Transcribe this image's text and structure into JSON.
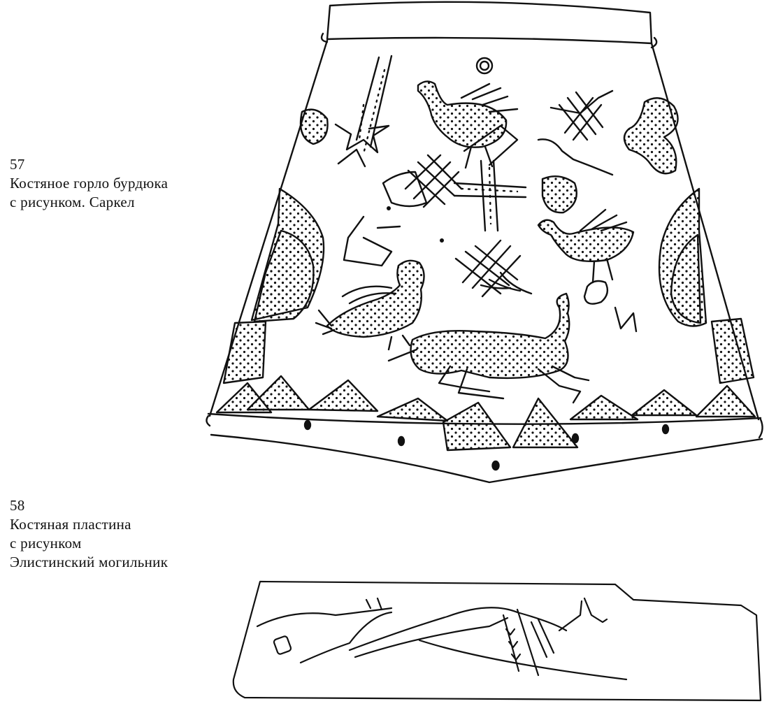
{
  "figures": [
    {
      "number": "57",
      "caption_lines": [
        "Костяное горло бурдюка",
        "с рисунком. Саркел"
      ]
    },
    {
      "number": "58",
      "caption_lines": [
        "Костяная пластина",
        "с рисунком",
        "Элистинский могильник"
      ]
    }
  ],
  "colors": {
    "ink": "#111111",
    "paper": "#ffffff"
  }
}
